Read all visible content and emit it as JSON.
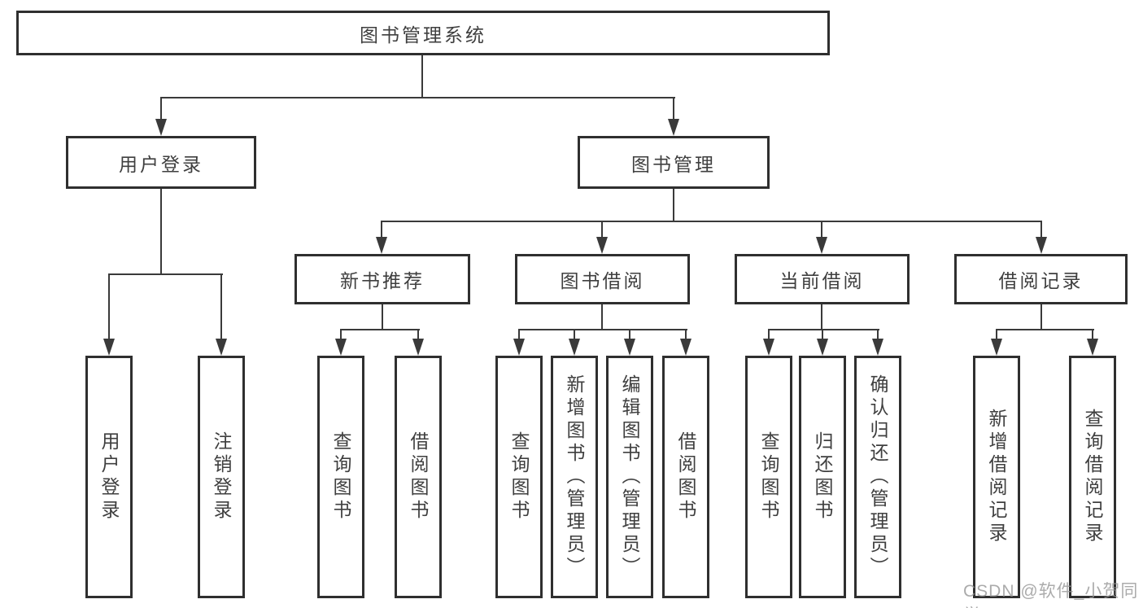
{
  "nodes": {
    "root": {
      "label": "图书管理系统"
    },
    "user_login": {
      "label": "用户登录"
    },
    "book_management": {
      "label": "图书管理"
    },
    "new_book_recommend": {
      "label": "新书推荐"
    },
    "book_borrowing": {
      "label": "图书借阅"
    },
    "current_borrowing": {
      "label": "当前借阅"
    },
    "borrowing_records": {
      "label": "借阅记录"
    },
    "login_leaf": {
      "label": "用户登录"
    },
    "logout_leaf": {
      "label": "注销登录"
    },
    "recommend_query_books": {
      "label": "查询图书"
    },
    "recommend_borrow_books": {
      "label": "借阅图书"
    },
    "borrowing_query_books": {
      "label": "查询图书"
    },
    "borrowing_add_books": {
      "label": "新增图书（管理员）"
    },
    "borrowing_edit_books": {
      "label": "编辑图书（管理员）"
    },
    "borrowing_borrow_books": {
      "label": "借阅图书"
    },
    "current_query_books": {
      "label": "查询图书"
    },
    "current_return_books": {
      "label": "归还图书"
    },
    "current_confirm_return": {
      "label": "确认归还（管理员）"
    },
    "records_add_record": {
      "label": "新增借阅记录"
    },
    "records_query_record": {
      "label": "查询借阅记录"
    }
  },
  "tree": {
    "图书管理系统": {
      "用户登录": [
        "用户登录",
        "注销登录"
      ],
      "图书管理": {
        "新书推荐": [
          "查询图书",
          "借阅图书"
        ],
        "图书借阅": [
          "查询图书",
          "新增图书（管理员）",
          "编辑图书（管理员）",
          "借阅图书"
        ],
        "当前借阅": [
          "查询图书",
          "归还图书",
          "确认归还（管理员）"
        ],
        "借阅记录": [
          "新增借阅记录",
          "查询借阅记录"
        ]
      }
    }
  },
  "watermark": {
    "text": "CSDN @软件_小贺同学"
  },
  "colors": {
    "border": "#2f2f2f",
    "line": "#3a3a3a",
    "text": "#3f3f3f",
    "watermark": "#949494",
    "background": "#ffffff"
  }
}
